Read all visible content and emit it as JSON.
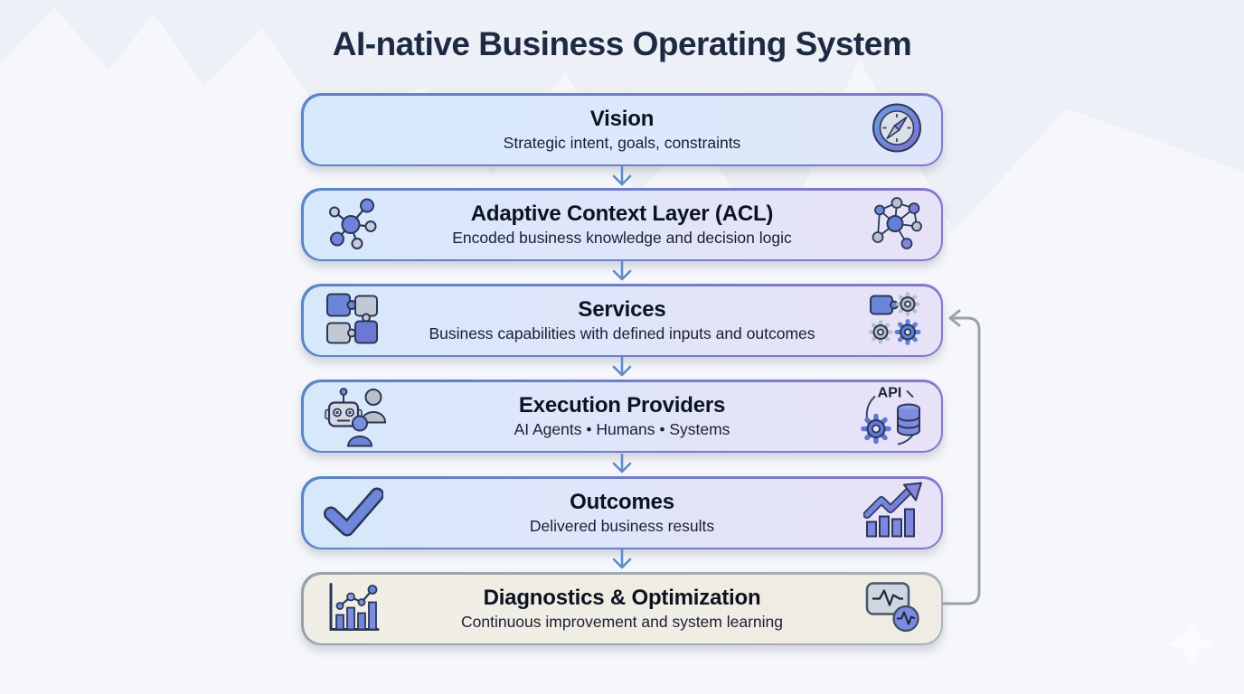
{
  "title": "AI-native Business Operating System",
  "boxes": [
    {
      "title": "Vision",
      "subtitle": "Strategic intent, goals, constraints",
      "right_icon": "compass-icon"
    },
    {
      "title": "Adaptive Context Layer (ACL)",
      "subtitle": "Encoded business knowledge and decision logic",
      "left_icon": "molecule-network-icon",
      "right_icon": "graph-network-icon"
    },
    {
      "title": "Services",
      "subtitle": "Business capabilities with defined inputs and outcomes",
      "left_icon": "puzzle-pieces-icon",
      "right_icon": "module-gears-icon"
    },
    {
      "title": "Execution Providers",
      "subtitle": "AI Agents • Humans • Systems",
      "left_icon": "robot-humans-icon",
      "right_icon": "api-database-gear-icon"
    },
    {
      "title": "Outcomes",
      "subtitle": "Delivered business results",
      "left_icon": "checkmark-icon",
      "right_icon": "growth-chart-icon"
    },
    {
      "title": "Diagnostics & Optimization",
      "subtitle": "Continuous improvement and system learning",
      "left_icon": "analytics-bars-icon",
      "right_icon": "pulse-monitor-icon"
    }
  ],
  "icons": {
    "api_label": "API"
  },
  "flow": {
    "down_arrow_count": 5,
    "feedback_loop": {
      "from": "Diagnostics & Optimization",
      "to": "Services"
    }
  },
  "colors": {
    "page_bg": "#edf0f7",
    "title_text": "#1e2a44",
    "box_border_blue": "#5c85c5",
    "box_border_purple": "#8478cb",
    "box_bg_blue": "#d7e8fb",
    "box_bg_lavender": "#e8e2f8",
    "diagnostics_bg": "#f1eee5",
    "diagnostics_border": "#98a1ab",
    "down_arrow": "#5f8ac9",
    "feedback_line": "#9ba2ab",
    "icon_blue": "#6d86da",
    "icon_purple": "#8b84dd",
    "icon_gray": "#c3c9d4",
    "outline_navy": "#2b3757"
  }
}
